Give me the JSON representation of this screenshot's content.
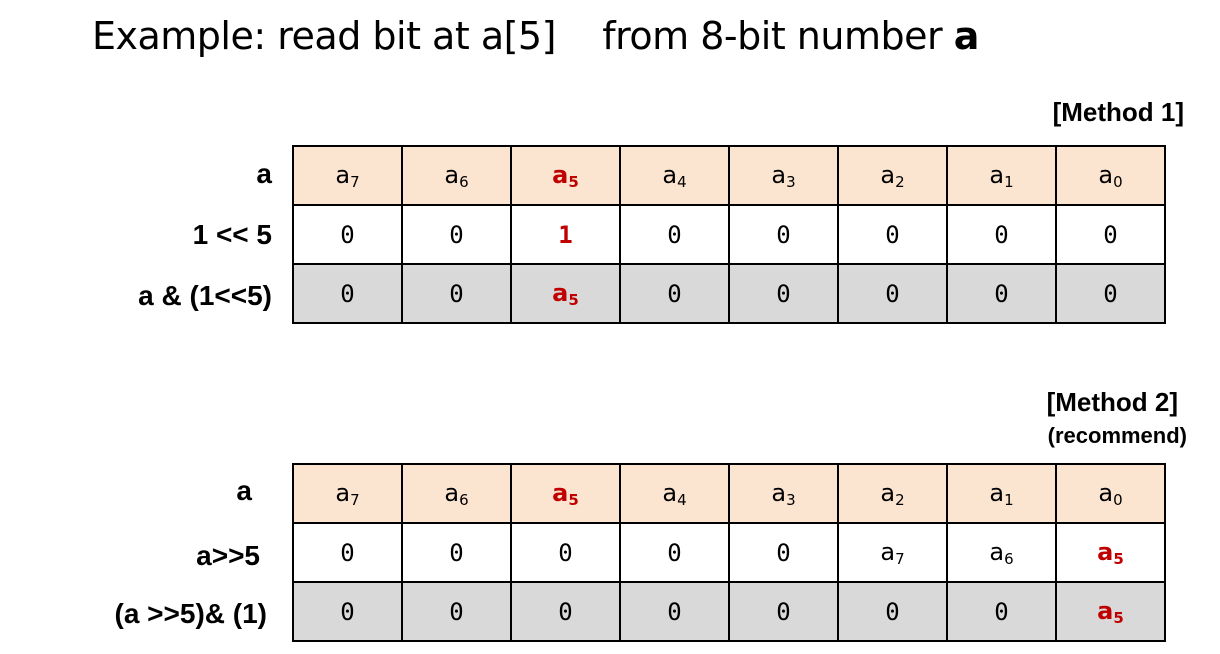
{
  "title": {
    "prefix": "Example: read bit at a[5]    from 8-bit number ",
    "bold": "a"
  },
  "method1": {
    "label": "[Method 1]",
    "rows": [
      {
        "label": "a",
        "style": "a",
        "cells": [
          {
            "base": "a",
            "sub": "7"
          },
          {
            "base": "a",
            "sub": "6"
          },
          {
            "base": "a",
            "sub": "5",
            "hl": true
          },
          {
            "base": "a",
            "sub": "4"
          },
          {
            "base": "a",
            "sub": "3"
          },
          {
            "base": "a",
            "sub": "2"
          },
          {
            "base": "a",
            "sub": "1"
          },
          {
            "base": "a",
            "sub": "0"
          }
        ]
      },
      {
        "label": "1 << 5",
        "style": "w",
        "cells": [
          {
            "text": "0"
          },
          {
            "text": "0"
          },
          {
            "text": "1",
            "hl": true
          },
          {
            "text": "0"
          },
          {
            "text": "0"
          },
          {
            "text": "0"
          },
          {
            "text": "0"
          },
          {
            "text": "0"
          }
        ]
      },
      {
        "label": "a & (1<<5)",
        "style": "g",
        "cells": [
          {
            "text": "0"
          },
          {
            "text": "0"
          },
          {
            "base": "a",
            "sub": "5",
            "hl": true
          },
          {
            "text": "0"
          },
          {
            "text": "0"
          },
          {
            "text": "0"
          },
          {
            "text": "0"
          },
          {
            "text": "0"
          }
        ]
      }
    ]
  },
  "method2": {
    "label": "[Method 2]",
    "sublabel": "(recommend)",
    "rows": [
      {
        "label": "a",
        "style": "a",
        "cells": [
          {
            "base": "a",
            "sub": "7"
          },
          {
            "base": "a",
            "sub": "6"
          },
          {
            "base": "a",
            "sub": "5",
            "hl": true
          },
          {
            "base": "a",
            "sub": "4"
          },
          {
            "base": "a",
            "sub": "3"
          },
          {
            "base": "a",
            "sub": "2"
          },
          {
            "base": "a",
            "sub": "1"
          },
          {
            "base": "a",
            "sub": "0"
          }
        ]
      },
      {
        "label": "a>>5",
        "style": "w",
        "cells": [
          {
            "text": "0"
          },
          {
            "text": "0"
          },
          {
            "text": "0"
          },
          {
            "text": "0"
          },
          {
            "text": "0"
          },
          {
            "base": "a",
            "sub": "7"
          },
          {
            "base": "a",
            "sub": "6"
          },
          {
            "base": "a",
            "sub": "5",
            "hl": true
          }
        ]
      },
      {
        "label": "(a >>5)& (1)",
        "style": "g",
        "cells": [
          {
            "text": "0"
          },
          {
            "text": "0"
          },
          {
            "text": "0"
          },
          {
            "text": "0"
          },
          {
            "text": "0"
          },
          {
            "text": "0"
          },
          {
            "text": "0"
          },
          {
            "base": "a",
            "sub": "5",
            "hl": true
          }
        ]
      }
    ]
  },
  "colors": {
    "highlight": "#c00000",
    "row_a_bg": "#fbe5d0",
    "row_g_bg": "#d9d9d9"
  }
}
